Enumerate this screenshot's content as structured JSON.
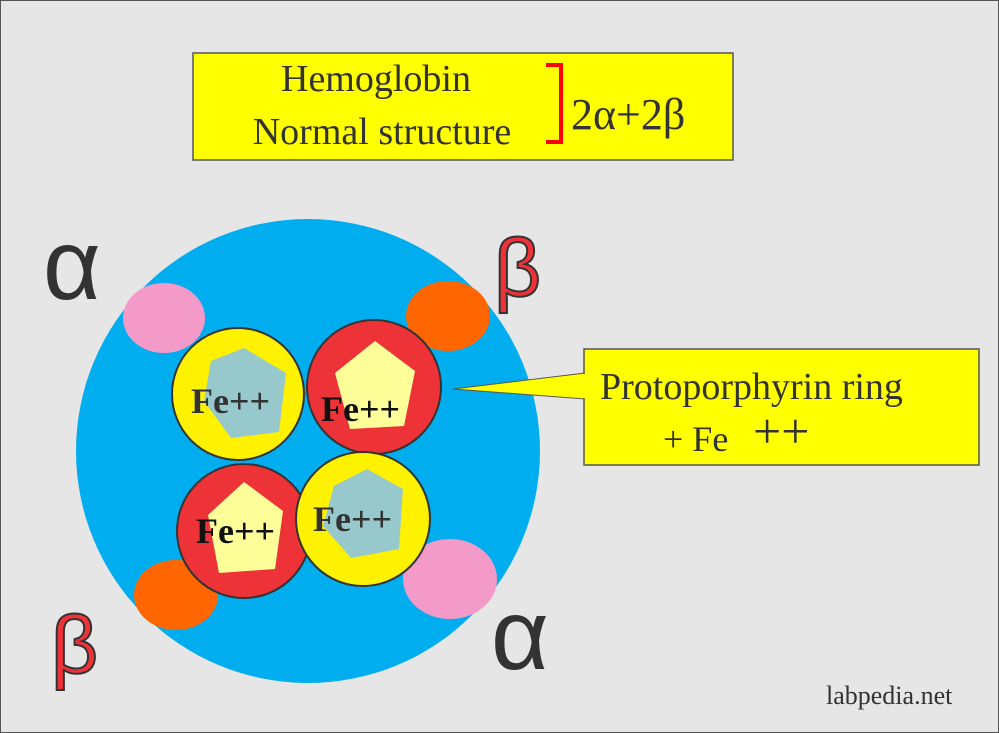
{
  "title_box": {
    "line1": "Hemoglobin",
    "line2": "Normal structure",
    "formula": "2α+2β"
  },
  "chains": {
    "alpha_top_left": "α",
    "beta_top_right": "β",
    "beta_bottom_left": "β",
    "alpha_bottom_right": "α"
  },
  "heme_groups": [
    "Fe++",
    "Fe++",
    "Fe++",
    "Fe++"
  ],
  "callout": {
    "line1": "Protoporphyrin ring",
    "line2_prefix": "+ Fe",
    "line2_suffix": "++"
  },
  "watermark": "labpedia.net",
  "colors": {
    "background": "#e6e6e6",
    "yellow_box": "#ffff00",
    "globin_blue": "#00aeef",
    "heme_red": "#ee3338",
    "heme_yellow": "#fff200",
    "core_gray_blue": "#96c8cc",
    "core_pale_yellow": "#ffff99",
    "pink": "#f49ac9",
    "orange": "#ff6600",
    "bracket_red": "#ff0000"
  }
}
